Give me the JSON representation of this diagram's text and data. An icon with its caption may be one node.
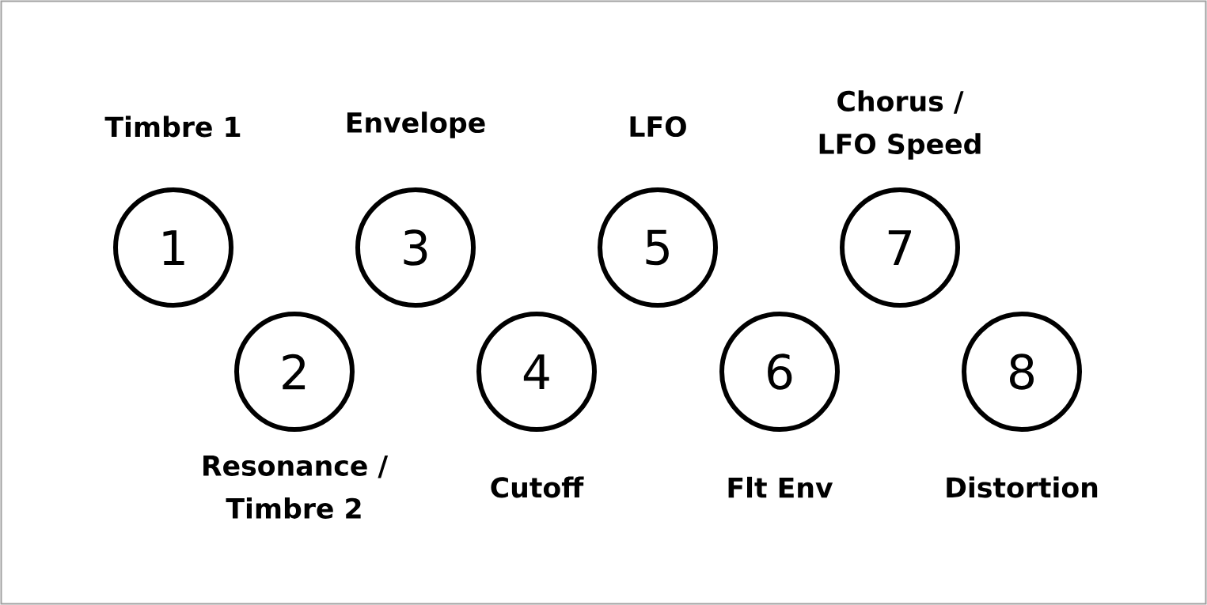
{
  "diagram": {
    "nodes": [
      {
        "text": [
          "1"
        ],
        "beside": [
          "Timbre 1"
        ]
      },
      {
        "text": [
          "2"
        ],
        "beside": [
          "Resonance / Timbre 2"
        ]
      },
      {
        "text": [
          "3"
        ],
        "beside": [
          "Envelope"
        ]
      },
      {
        "text": [
          "4"
        ],
        "beside": [
          "Cutoff"
        ]
      },
      {
        "text": [
          "5"
        ],
        "beside": [
          "LFO"
        ]
      },
      {
        "text": [
          "6"
        ],
        "beside": [
          "Flt Env"
        ]
      },
      {
        "text": [
          "7"
        ],
        "beside": [
          "Chorus / LFO Speed"
        ]
      },
      {
        "text": [
          "8"
        ],
        "beside": [
          "Distortion"
        ]
      }
    ]
  }
}
